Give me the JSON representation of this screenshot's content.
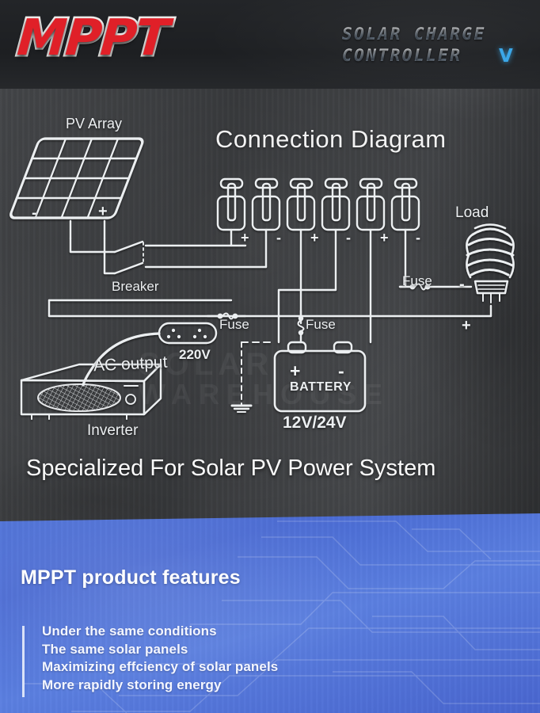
{
  "header": {
    "logo": "MPPT",
    "brand_line1": "SOLAR CHARGE",
    "brand_line2": "CONTROLLER",
    "brand_mark": "V",
    "logo_color": "#e02028",
    "brand_mark_color": "#3ba7e8"
  },
  "diagram": {
    "title": "Connection Diagram",
    "pv_array_label": "PV Array",
    "pv_minus": "-",
    "pv_plus": "+",
    "breaker_label": "Breaker",
    "terminal_signs": [
      "+",
      "-",
      "+",
      "-",
      "+",
      "-"
    ],
    "load_label": "Load",
    "load_minus": "-",
    "load_plus": "+",
    "fuse_load_label": "Fuse",
    "fuse_left_label": "Fuse",
    "fuse_right_label": "Fuse",
    "battery_plus": "+",
    "battery_minus": "-",
    "battery_label": "BATTERY",
    "battery_voltage": "12V/24V",
    "ac_output_label": "AC output",
    "ac_voltage": "220V",
    "inverter_label": "Inverter",
    "watermark_line1": "SOLAR",
    "watermark_line2": "WAREHOUSE"
  },
  "tagline": "Specialized For Solar PV Power System",
  "features": {
    "title": "MPPT product features",
    "items": [
      "Under the same conditions",
      "The same solar panels",
      "Maximizing effciency of solar panels",
      "More rapidly storing energy"
    ],
    "panel_color": "#4f72d8"
  }
}
